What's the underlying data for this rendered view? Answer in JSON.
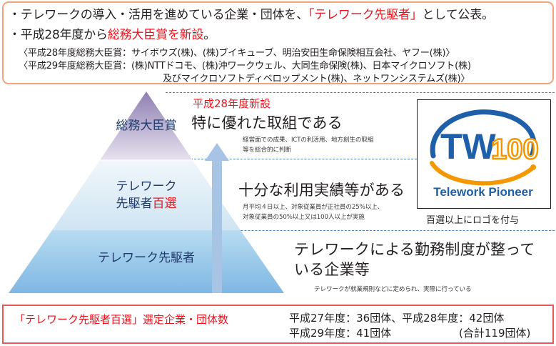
{
  "header": {
    "line1_a": "・テレワークの導入・活用を進めている企業・団体を、",
    "line1_b": "「テレワーク先駆者」",
    "line1_c": "として公表。",
    "line2_a": "・平成28年度から",
    "line2_b": "総務大臣賞を新設",
    "line2_c": "。",
    "award28": "〈平成28年度総務大臣賞：サイボウズ(株)、(株)ブイキューブ、明治安田生命保険相互会社、ヤフー(株)〉",
    "award29_1": "〈平成29年度総務大臣賞：(株)NTTドコモ、(株)沖ワークウェル、大同生命保険(株)、日本マイクロソフト(株)",
    "award29_2": "及びマイクロソフトディベロップメント(株)、ネットワンシステムズ(株)〉"
  },
  "pyramid": {
    "tier_top": "総務大臣賞",
    "tier_mid_1": "テレワーク",
    "tier_mid_2a": "先駆者",
    "tier_mid_2b": "百選",
    "tier_bottom": "テレワーク先駆者"
  },
  "criteria": {
    "new_label": "平成28年度新設",
    "top_title": "特に優れた取組である",
    "top_sub_1": "経営面での成果、ICTの利活用、地方創生の取組",
    "top_sub_2": "等を総合的に判断",
    "mid_title": "十分な利用実績等がある",
    "mid_sub_1": "月平均４日以上、対象従業員が正社員の25%以上、",
    "mid_sub_2": "対象従業員の50%以上又は100人以上が実施",
    "bottom_title_1": "テレワークによる勤務制度が整って",
    "bottom_title_2": "いる企業等",
    "bottom_sub": "テレワークが就業規則などに定められ、実際に行っている"
  },
  "logo": {
    "mark_text": "TW",
    "mark_number": "100",
    "wordmark": "Telework Pioneer",
    "caption": "百選以上にロゴを付与",
    "colors": {
      "blue": "#1d5fa8",
      "orange": "#f39800"
    }
  },
  "summary": {
    "label": "「テレワーク先駆者百選」選定企業・団体数",
    "line1": "平成27年度：36団体、平成28年度：42団体",
    "line2": "平成29年度：41団体",
    "total": "(合計119団体)"
  },
  "colors": {
    "accent_red": "#e8141c",
    "top_border": "#f4a27a",
    "bottom_border": "#e55a5a",
    "pyramid_top": "#b7a7cc",
    "pyramid_mid": "#cde3f0",
    "pyramid_bottom": "#9fcbe9",
    "arrow": "#a7c4e4"
  }
}
